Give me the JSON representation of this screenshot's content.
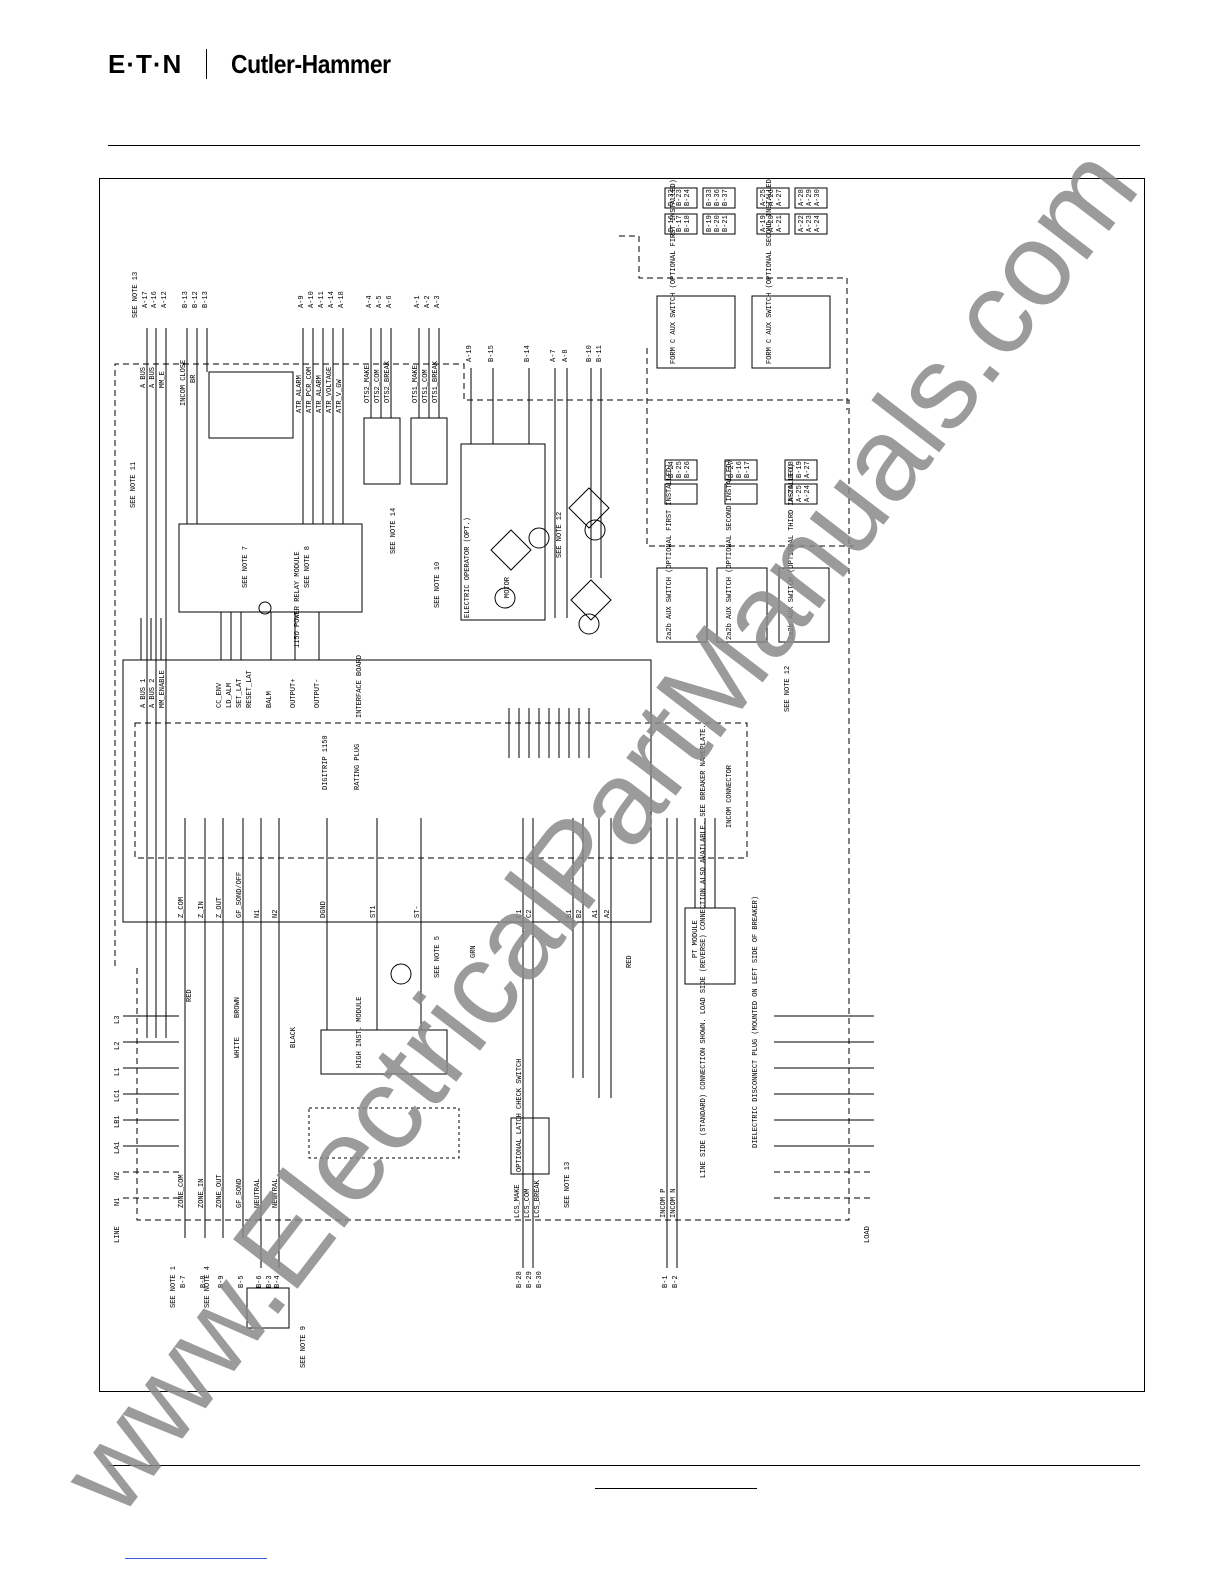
{
  "header": {
    "brand": "E·T·N",
    "brand_name": "Cutler-Hammer"
  },
  "watermark": {
    "text": "www.ElectricalPartManuals.com",
    "color": "#8a8a8a"
  },
  "diagram": {
    "title_module": "115O POWER RELAY MODULE",
    "trip_unit": "DIGITRIP 1150",
    "rating_plug": "RATING PLUG",
    "interface_board": "INTERFACE BOARD",
    "high_inst_module": "HIGH INST. MODULE",
    "pt_module": "PT MODULE",
    "line_label": "LINE",
    "load_label": "LOAD",
    "motor": "MOTOR",
    "electric_operator": "ELECTRIC OPERATOR (OPT.)",
    "incom_connector": "INCOM CONNECTOR",
    "form_c_1": "FORM C AUX SWITCH (OPTIONAL FIRST INSTALLED)",
    "form_c_2": "FORM C AUX SWITCH (OPTIONAL SECOND INSTALLED)",
    "aux_1": "2a2b AUX SWITCH (OPTIONAL FIRST INSTALLED)",
    "aux_2": "2a2b AUX SWITCH (OPTIONAL SECOND INSTALLED)",
    "aux_3": "2a2b AUX SWITCH (OPTIONAL THIRD INSTALLED)",
    "latch_check": "OPTIONAL LATCH CHECK SWITCH",
    "dielectric": "DIELECTRIC DISCONNECT PLUG (MOUNTED ON LEFT SIDE OF BREAKER)",
    "line_side_note": "LINE SIDE (STANDARD) CONNECTION SHOWN. LOAD SIDE (REVERSE) CONNECTION ALSO AVAILABLE. SEE BREAKER NAMEPLATE.",
    "notes": [
      "SEE NOTE 1",
      "SEE NOTE 4",
      "SEE NOTE 5",
      "SEE NOTE 7",
      "SEE NOTE 8",
      "SEE NOTE 9",
      "SEE NOTE 10",
      "SEE NOTE 11",
      "SEE NOTE 12",
      "SEE NOTE 13",
      "SEE NOTE 14"
    ],
    "left_terminals": [
      "A-17",
      "A-16",
      "A-12",
      "B-13",
      "B-12",
      "B-13"
    ],
    "mid_terminals": [
      "A-9",
      "A-10",
      "A-11",
      "A-14",
      "A-18",
      "A-4",
      "A-5",
      "A-6",
      "A-1",
      "A-2",
      "A-3"
    ],
    "right_terminals": [
      "A-19",
      "B-15",
      "B-14",
      "A-7",
      "A-8",
      "B-10",
      "B-11"
    ],
    "bottom_terminals": [
      "B-7",
      "B-8",
      "B-9",
      "B-5",
      "B-6",
      "B-3",
      "B-4",
      "B-28",
      "B-29",
      "B-30",
      "B-1",
      "B-2"
    ],
    "left_signals": [
      "A BUS",
      "A BUS",
      "MM_E",
      "INCOM CLOSE",
      "BR",
      "ATR_ALARM",
      "ATR_PCR_COM",
      "ATR_ALARM",
      "ATR_VOLTAGE",
      "ATR_V_GW",
      "OTS2_MAKE",
      "OTS2_COM",
      "OTS2_BREAK",
      "OTS1_MAKE",
      "OTS1_COM",
      "OTS1_BREAK"
    ],
    "interface_signals": [
      "A BUS 1",
      "A BUS 2",
      "MM_ENABLE",
      "CC_ENV",
      "LD_ALM",
      "SET_LAT",
      "RESET_LAT",
      "BALM",
      "OUTPUT+",
      "OUTPUT-"
    ],
    "bottom_signals": [
      "Z_COM",
      "Z_IN",
      "Z_OUT",
      "GF_SOND/OFF",
      "N1",
      "N2",
      "DGND",
      "ST1",
      "ST-",
      "C1",
      "C2",
      "B1",
      "B2",
      "A1",
      "A2"
    ],
    "bottom_labels": [
      "ZONE_COM",
      "ZONE_IN",
      "ZONE_OUT",
      "GF_SOND",
      "NEUTRAL",
      "NEUTRAL",
      "LCS_MAKE",
      "LCS_COM",
      "LCS_BREAK",
      "INCOM P",
      "INCOM N"
    ],
    "line_phases": [
      "L3",
      "L2",
      "L1",
      "LC1",
      "LB1",
      "LA1",
      "N2",
      "N1"
    ],
    "aux_terms_top": [
      "B-32",
      "B-23",
      "B-24",
      "B-33",
      "B-36",
      "B-37",
      "A-25",
      "A-26",
      "A-27",
      "A-28",
      "A-29",
      "A-30"
    ],
    "aux_terms_mid": [
      "B-16",
      "B-17",
      "B-18",
      "B-19",
      "B-20",
      "B-21",
      "A-19",
      "A-20",
      "A-21",
      "A-22",
      "A-23",
      "A-24"
    ],
    "aux_terms_lower": [
      "B-24",
      "B-25",
      "B-26",
      "B-27",
      "B-16",
      "B-17",
      "B-18",
      "B-19",
      "A-27",
      "A-26",
      "A-25",
      "A-24"
    ],
    "colors": [
      "RED",
      "BROWN",
      "WHITE",
      "BLACK",
      "GRN",
      "RED"
    ]
  }
}
